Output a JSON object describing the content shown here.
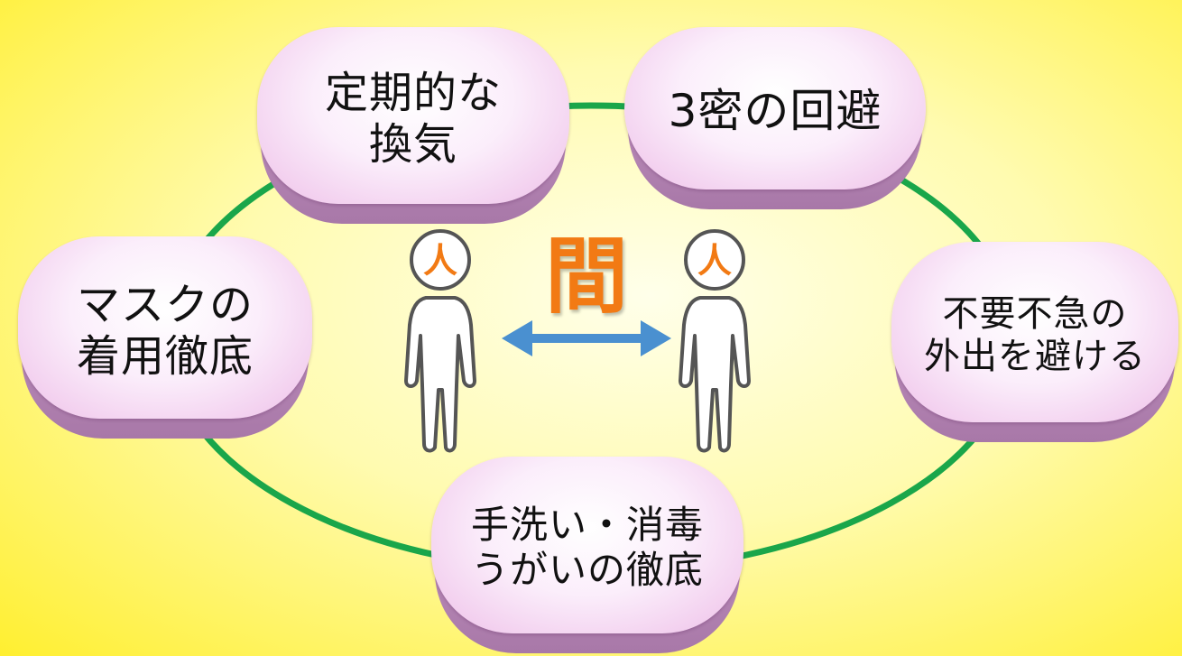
{
  "colors": {
    "ring": "#1aa64a",
    "pill_face": "#fbeefb",
    "pill_base": "#b585b3",
    "arrow": "#4a90d0",
    "center_char": "#f27a14",
    "person_label": "#f27a14"
  },
  "bubbles": [
    {
      "id": "ventilation",
      "text": "定期的な\n換気"
    },
    {
      "id": "avoid-3c",
      "text": "3密の回避"
    },
    {
      "id": "avoid-outings",
      "text": "不要不急の\n外出を避ける"
    },
    {
      "id": "handwash",
      "text": "手洗い・消毒\nうがいの徹底"
    },
    {
      "id": "mask",
      "text": "マスクの\n着用徹底"
    }
  ],
  "people": {
    "left_label": "人",
    "right_label": "人"
  },
  "center": {
    "label": "間"
  },
  "icons": {
    "arrow": "double-headed-arrow-icon",
    "person": "person-icon"
  }
}
